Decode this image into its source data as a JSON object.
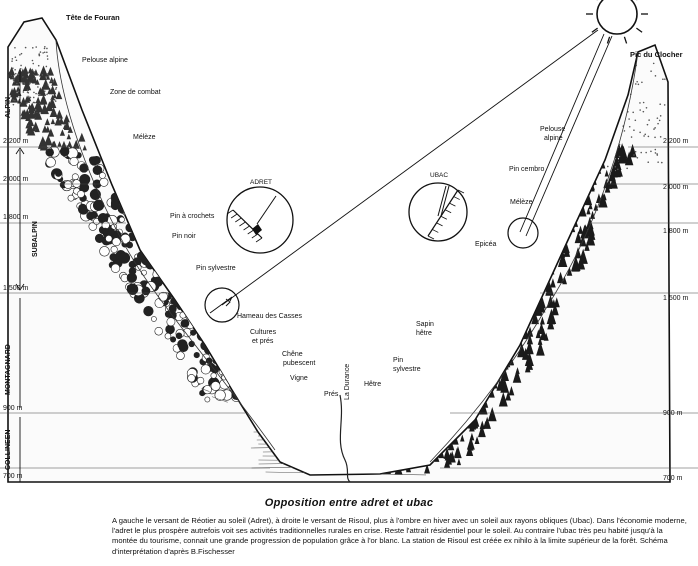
{
  "peaks": {
    "left": "Tête de Fouran",
    "right": "Pic du Clocher"
  },
  "zones": [
    {
      "id": "alpin",
      "label": "ALPIN"
    },
    {
      "id": "subalpin",
      "label": "SUBALPIN"
    },
    {
      "id": "montagnard",
      "label": "MONTAGNARD"
    },
    {
      "id": "collineen",
      "label": "COLLINEEN"
    }
  ],
  "altitudes": [
    "2 200 m",
    "2 000 m",
    "1 800 m",
    "1 500 m",
    "900 m",
    "700 m"
  ],
  "left_slope_labels": [
    "Pelouse alpine",
    "Zone de combat",
    "Mélèze",
    "Pin à crochets",
    "Pin noir",
    "Pin sylvestre",
    "Hameau des Casses",
    "Cultures",
    "et prés",
    "Chêne",
    "pubescent",
    "Vigne",
    "Prés"
  ],
  "valley_labels": {
    "river": "La Durance",
    "beech": "Hêtre"
  },
  "right_slope_labels": [
    "Pelouse",
    "alpine",
    "Pin cembro",
    "Mélèze",
    "Epicéa",
    "Sapin",
    "hêtre",
    "Pin",
    "sylvestre"
  ],
  "insets": {
    "adret": "ADRET",
    "ubac": "UBAC"
  },
  "caption": {
    "title": "Opposition entre adret et ubac",
    "body": "A gauche le versant de Réotier au soleil (Adret), à droite le versant  de Risoul, plus  à l'ombre en hiver avec un soleil aux rayons obliques  (Ubac). Dans l'économie moderne, l'adret le plus prospère autrefois voit ses activités traditionnelles rurales en crise. Reste l'attrait résidentiel pour le soleil. Au contraire l'ubac très peu habité jusqu'à la montée du tourisme, connait  une grande progression de population grâce à l'or blanc. La station de Risoul est créée ex nihilo à la limite supérieur de la forêt.      Schéma d'interprétation d'après B.Fischesser"
  }
}
